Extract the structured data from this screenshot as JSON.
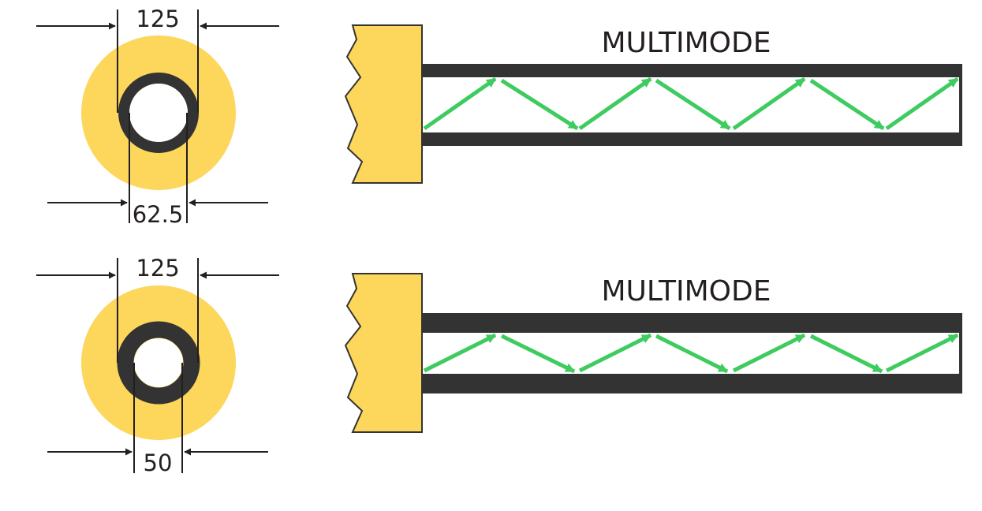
{
  "colors": {
    "cladding": "#fdd65c",
    "core_ring": "#333333",
    "jacket": "#333333",
    "ray": "#3ecb5f",
    "line": "#231f20",
    "background": "#ffffff"
  },
  "fibers": [
    {
      "cladding_diameter_label": "125",
      "core_diameter_label": "62.5",
      "mode_label": "MULTIMODE"
    },
    {
      "cladding_diameter_label": "125",
      "core_diameter_label": "50",
      "mode_label": "MULTIMODE"
    }
  ]
}
